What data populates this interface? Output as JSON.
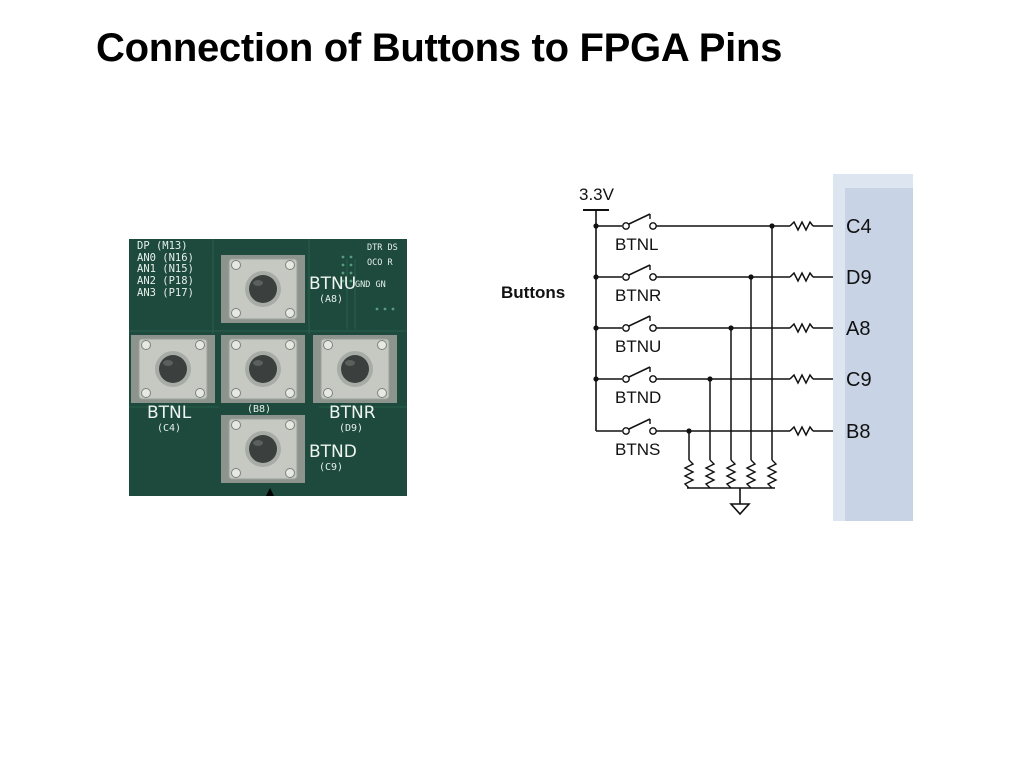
{
  "slide": {
    "title": "Connection of Buttons to FPGA Pins"
  },
  "board": {
    "pin_labels": [
      "DP (M13)",
      "AN0 (N16)",
      "AN1 (N15)",
      "AN2 (P18)",
      "AN3 (P17)"
    ],
    "top_right_labels": [
      "DTR DS",
      "OCO R",
      "GND GN"
    ],
    "buttons": [
      {
        "name": "BTNU",
        "pin": "(A8)"
      },
      {
        "name": "BTNL",
        "pin": "(C4)"
      },
      {
        "name": "",
        "pin": "(B8)"
      },
      {
        "name": "BTNR",
        "pin": "(D9)"
      },
      {
        "name": "BTND",
        "pin": "(C9)"
      }
    ],
    "colors": {
      "pcb": "#1d4a3c",
      "switch_body": "#c6c9c2",
      "actuator": "#3b3f3d"
    }
  },
  "schematic": {
    "supply": "3.3V",
    "group_label": "Buttons",
    "rows": [
      {
        "switch": "BTNL",
        "pin": "C4"
      },
      {
        "switch": "BTNR",
        "pin": "D9"
      },
      {
        "switch": "BTNU",
        "pin": "A8"
      },
      {
        "switch": "BTND",
        "pin": "C9"
      },
      {
        "switch": "BTNS",
        "pin": "B8"
      }
    ],
    "colors": {
      "fpga_block": "#c8d4e6",
      "fpga_edge": "#dde5f0",
      "wire": "#111111"
    }
  }
}
